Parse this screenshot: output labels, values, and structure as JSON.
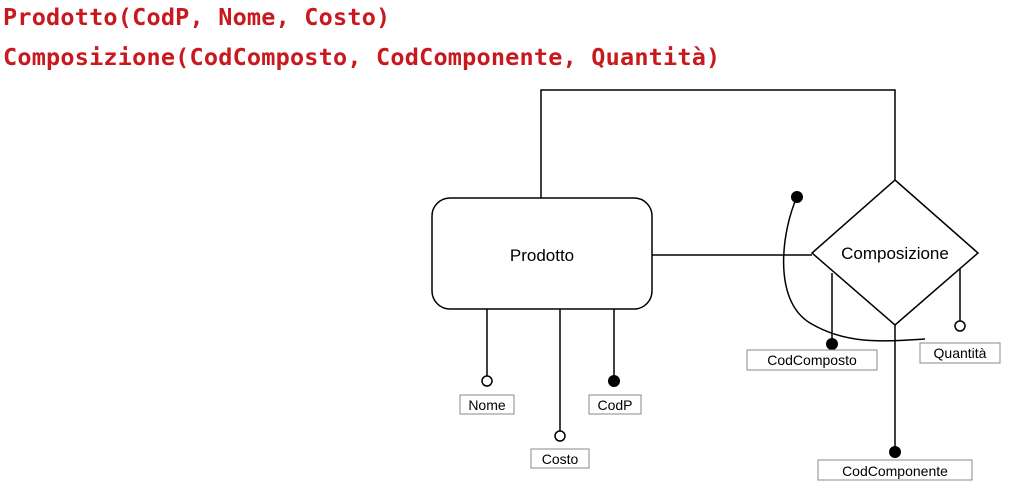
{
  "schema": {
    "prodotto": "Prodotto(CodP, Nome, Costo)",
    "composizione": "Composizione(CodComposto, CodComponente, Quantità)"
  },
  "diagram": {
    "entity": {
      "name": "Prodotto"
    },
    "relationship": {
      "name": "Composizione"
    },
    "attributes": {
      "nome": "Nome",
      "costo": "Costo",
      "codp": "CodP",
      "cod_composto": "CodComposto",
      "quantita": "Quantità",
      "cod_componente": "CodComponente"
    }
  },
  "colors": {
    "schema_text": "#c8191e",
    "lines": "#000000"
  }
}
